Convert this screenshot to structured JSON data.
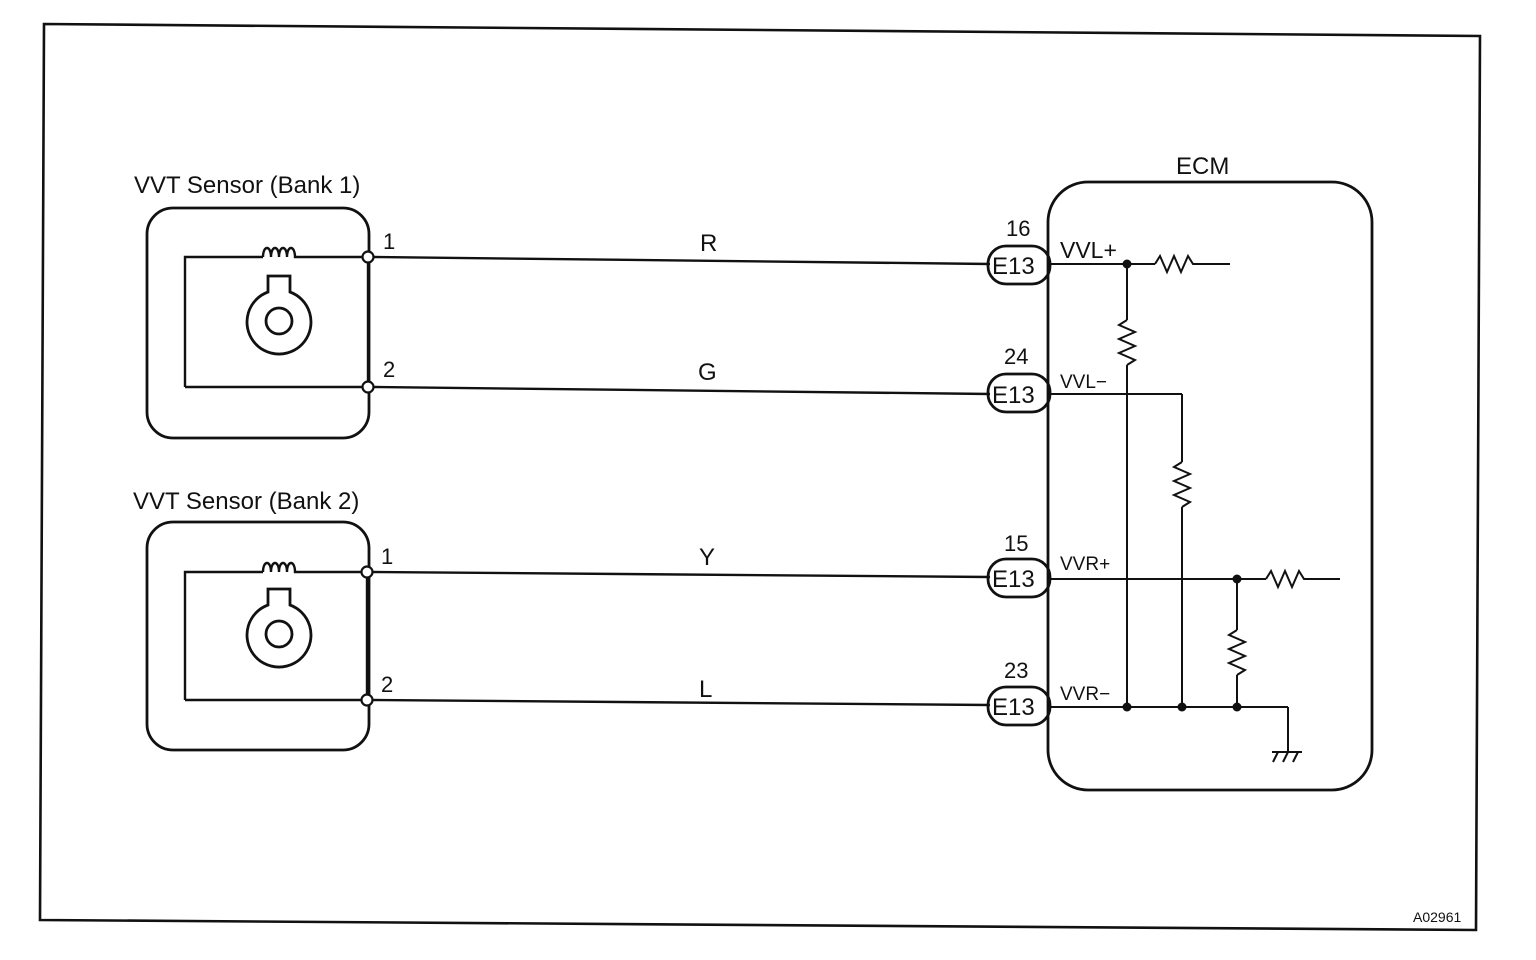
{
  "sensor_bank1": {
    "label": "VVT Sensor (Bank 1)",
    "pin_top": "1",
    "pin_bottom": "2"
  },
  "sensor_bank2": {
    "label": "VVT Sensor (Bank 2)",
    "pin_top": "1",
    "pin_bottom": "2"
  },
  "wires": {
    "w1": "R",
    "w2": "G",
    "w3": "Y",
    "w4": "L"
  },
  "ecm": {
    "label": "ECM",
    "connector": "E13",
    "terminals": [
      {
        "pin": "16",
        "signal": "VVL+"
      },
      {
        "pin": "24",
        "signal": "VVL−"
      },
      {
        "pin": "15",
        "signal": "VVR+"
      },
      {
        "pin": "23",
        "signal": "VVR−"
      }
    ]
  },
  "figure_ref": "A02961"
}
